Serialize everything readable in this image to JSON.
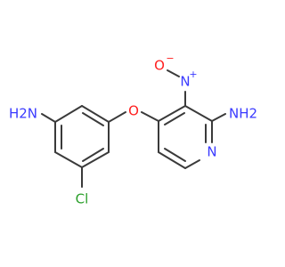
{
  "colors": {
    "bond": "#3a3a3a",
    "nitrogen": "#3a3aff",
    "oxygen": "#ff2020",
    "chlorine": "#2ca02c"
  },
  "atoms": {
    "amine_left": "H2N",
    "amine_right": "NH2",
    "ether_oxygen": "O",
    "nitro_n": "N",
    "nitro_o": "O",
    "nitro_n_charge": "+",
    "nitro_o_charge": "−",
    "pyridine_n": "N",
    "chlorine": "Cl"
  }
}
